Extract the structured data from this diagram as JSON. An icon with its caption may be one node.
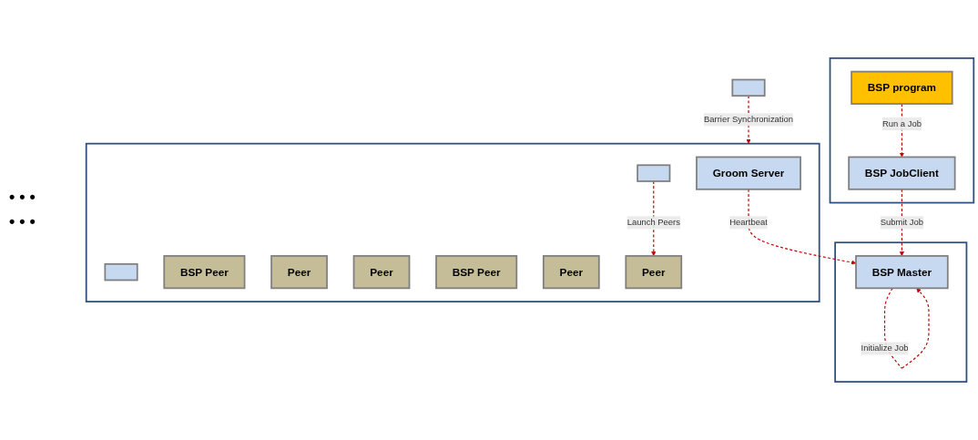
{
  "diagram": {
    "nodes": [
      {
        "text": [],
        "shape": "box"
      },
      {
        "text": [
          "BSP program"
        ],
        "in": 0
      },
      {
        "text": [
          "BSP JobClient"
        ],
        "in": 0
      },
      {
        "text": [],
        "shape": "box"
      },
      {
        "text": [
          "BSP Master"
        ],
        "in": 3
      },
      {
        "text": [],
        "shape": "box"
      },
      {
        "text": [],
        "shape": "box"
      },
      {
        "text": [
          "Groom Server"
        ],
        "in": 6
      },
      {
        "text": [],
        "shape": "box",
        "in": 6
      },
      {
        "text": [],
        "shape": "box",
        "in": 6
      },
      {
        "text": [
          "BSP Peer"
        ],
        "in": 6
      },
      {
        "text": [
          "Peer"
        ],
        "in": 6
      },
      {
        "text": [
          "Peer"
        ],
        "in": 6
      },
      {
        "text": [
          "BSP Peer"
        ],
        "in": 6
      },
      {
        "text": [
          "Peer"
        ],
        "in": 6
      },
      {
        "text": [
          "Peer"
        ],
        "in": 6
      }
    ],
    "edges": [
      {
        "from": 1,
        "to": 2,
        "arrow": "to",
        "label": "Run a Job",
        "style": "dashed"
      },
      {
        "from": 2,
        "to": 4,
        "arrow": "to",
        "label": "Submit Job",
        "style": "dashed"
      },
      {
        "from": 4,
        "to": 4,
        "arrow": "to",
        "label": "Initialize Job",
        "style": "dashed"
      },
      {
        "from": 7,
        "to": 4,
        "arrow": "to",
        "label": "Heartbeat",
        "style": "dashed"
      },
      {
        "from": 5,
        "to": 6,
        "arrow": "to",
        "label": "Barrier Synchronization",
        "style": "dashed"
      },
      {
        "from": 9,
        "to": 15,
        "arrow": "to",
        "label": "Launch Peers",
        "style": "dashed"
      }
    ],
    "labels": [
      "• • •",
      "• • •"
    ]
  }
}
